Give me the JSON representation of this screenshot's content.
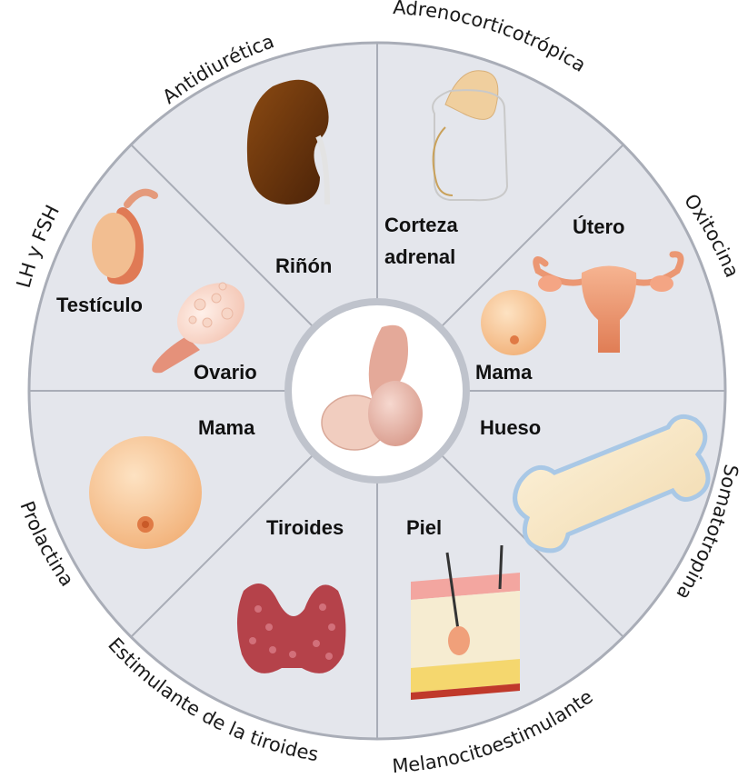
{
  "colors": {
    "wheel_fill": "#e4e6ec",
    "wheel_stroke": "#a9adb7",
    "divider": "#ffffff",
    "hub_fill": "#ffffff",
    "hub_ring": "#bfc3cc"
  },
  "hormones": {
    "antidiuretica": "Antidiurética",
    "adrenocorticotropica": "Adrenocorticotrópica",
    "oxitocina": "Oxitocina",
    "somatotropina": "Somatotropina",
    "melanocitoestimulante": "Melanocitoestimulante",
    "estimulante_tiroides": "Estimulante de la tiroides",
    "prolactina": "Prolactina",
    "lh_fsh": "LH y FSH"
  },
  "organs": {
    "rinon": "Riñón",
    "corteza_line1": "Corteza",
    "corteza_line2": "adrenal",
    "utero": "Útero",
    "mama_oxitocina": "Mama",
    "hueso": "Hueso",
    "piel": "Piel",
    "tiroides": "Tiroides",
    "mama_prolactina": "Mama",
    "testiculo": "Testículo",
    "ovario": "Ovario"
  },
  "icons": {
    "hub": "pituitary-gland-icon",
    "rinon": "kidney-icon",
    "corteza": "adrenal-gland-icon",
    "utero": "uterus-icon",
    "mama": "breast-icon",
    "hueso": "bone-icon",
    "piel": "skin-layers-icon",
    "tiroides": "thyroid-icon",
    "testiculo": "testicle-icon",
    "ovario": "ovary-icon"
  }
}
